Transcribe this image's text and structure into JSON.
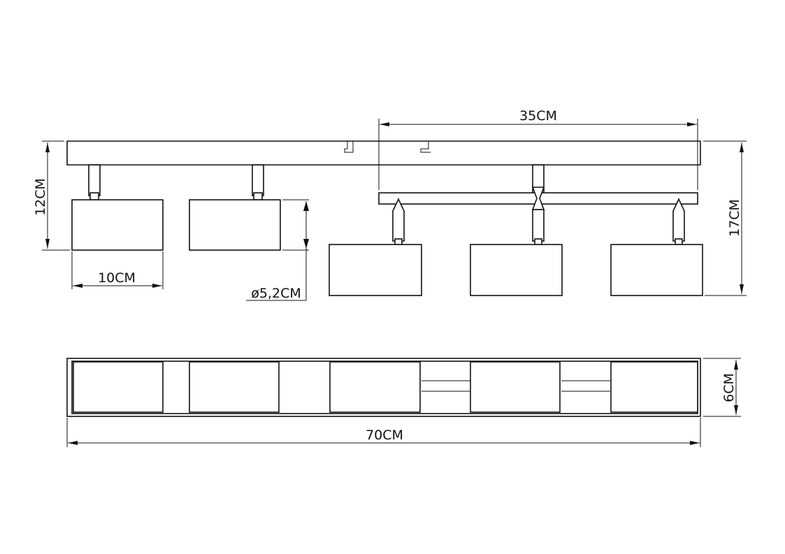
{
  "drawing": {
    "colors": {
      "line": "#111111",
      "background": "#ffffff"
    },
    "front_view": {
      "dimensions": {
        "fixture_height_short": "12CM",
        "head_length": "10CM",
        "head_diameter": "ø5,2CM",
        "sub_bar_width": "35CM",
        "fixture_height_tall": "17CM"
      }
    },
    "top_view": {
      "dimensions": {
        "total_length": "70CM",
        "depth": "6CM"
      }
    }
  }
}
